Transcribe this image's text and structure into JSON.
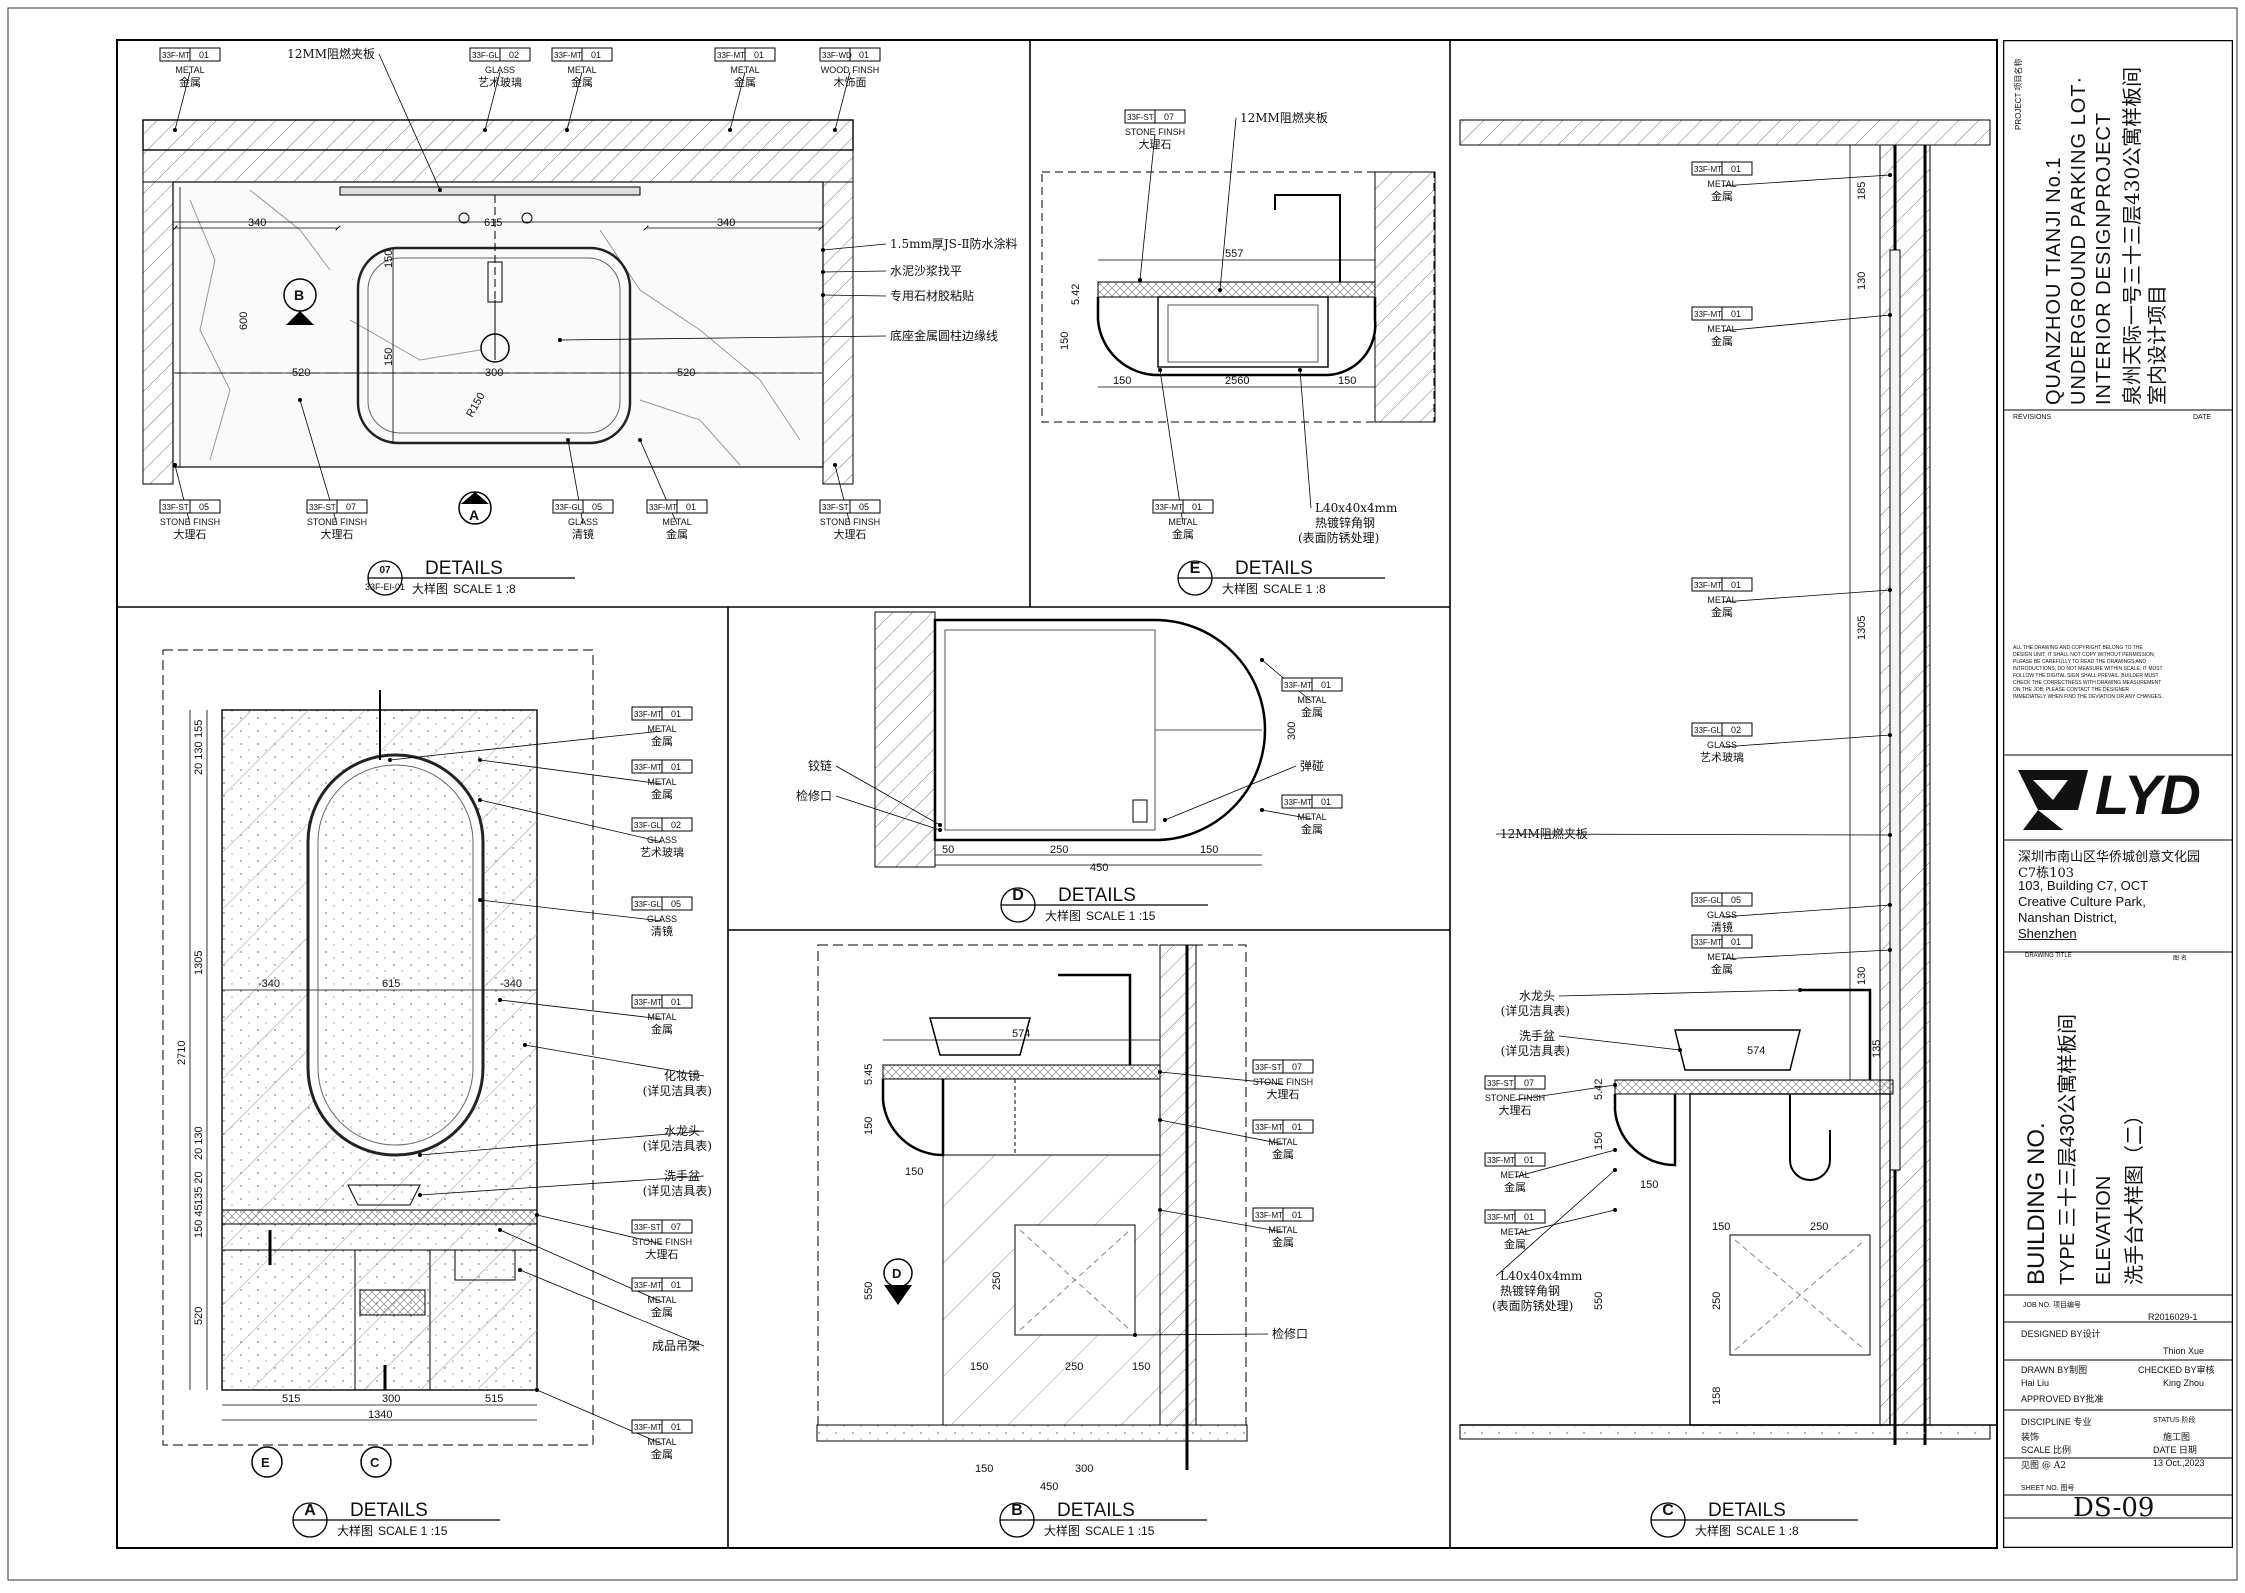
{
  "tags": {
    "metal": {
      "code": "33F-MT",
      "num": "01",
      "en": "METAL",
      "cn": "金属"
    },
    "glass_art": {
      "code": "33F-GL",
      "num": "02",
      "en": "GLASS",
      "cn": "艺术玻璃"
    },
    "glass_mirror": {
      "code": "33F-GL",
      "num": "05",
      "en": "GLASS",
      "cn": "清镜"
    },
    "stone_05": {
      "code": "33F-ST",
      "num": "05",
      "en": "STONE FINSH",
      "cn": "大理石"
    },
    "stone_07": {
      "code": "33F-ST",
      "num": "07",
      "en": "STONE FINSH",
      "cn": "大理石"
    },
    "wood": {
      "code": "33F-WD",
      "num": "01",
      "en": "WOOD FINSH",
      "cn": "木饰面"
    }
  },
  "notes": {
    "fire_board": "12MM阻燃夹板",
    "waterproof": "1.5mm厚JS-Ⅱ防水涂料",
    "mortar": "水泥沙浆找平",
    "adhesive": "专用石材胶粘贴",
    "edge": "底座金属圆柱边缘线",
    "angle_steel": "L40x40x4mm",
    "angle_steel2": "热镀锌角钢",
    "angle_steel3": "(表面防锈处理)",
    "angle_steel_c": "L40x40x4mm",
    "hinge": "铰链",
    "access": "检修口",
    "catch": "弹碰",
    "makeup_mirror": "化妆镜",
    "see_schedule": "(详见洁具表)",
    "faucet": "水龙头",
    "basin": "洗手盆",
    "rack": "成品吊架"
  },
  "details": {
    "d07": {
      "marker": "07",
      "ref": "33F-EI-01",
      "title": "DETAILS",
      "sub": "大样图",
      "scale": "SCALE 1 :8"
    },
    "dE": {
      "marker": "E",
      "title": "DETAILS",
      "sub": "大样图",
      "scale": "SCALE 1 :8"
    },
    "dA": {
      "marker": "A",
      "title": "DETAILS",
      "sub": "大样图",
      "scale": "SCALE 1 :15"
    },
    "dD": {
      "marker": "D",
      "title": "DETAILS",
      "sub": "大样图",
      "scale": "SCALE 1 :15"
    },
    "dB": {
      "marker": "B",
      "title": "DETAILS",
      "sub": "大样图",
      "scale": "SCALE 1 :15"
    },
    "dC": {
      "marker": "C",
      "title": "DETAILS",
      "sub": "大样图",
      "scale": "SCALE 1 :8"
    }
  },
  "dims": {
    "d07": [
      "340",
      "615",
      "340",
      "520",
      "300",
      "520",
      "600",
      "150",
      "150",
      "R150"
    ],
    "dE": [
      "557",
      "150",
      "2560",
      "150",
      "5.42",
      "150"
    ],
    "dA": [
      "155",
      "130",
      "20",
      "1305",
      "-340",
      "615",
      "-340",
      "2710",
      "20",
      "130",
      "135",
      "20",
      "150",
      "45",
      "520",
      "20",
      "515",
      "300",
      "515",
      "1340"
    ],
    "dD": [
      "50",
      "250",
      "450",
      "150",
      "300"
    ],
    "dB": [
      "574",
      "5.45",
      "150",
      "150",
      "550",
      "250",
      "150",
      "250",
      "150",
      "300",
      "450"
    ],
    "dC": [
      "185",
      "130",
      "1305",
      "130",
      "135",
      "574",
      "5.42",
      "150",
      "150",
      "150",
      "250",
      "550",
      "250",
      "158"
    ]
  },
  "markers": {
    "B": "B",
    "A": "A",
    "D": "D",
    "E": "E",
    "C": "C"
  },
  "titleblock": {
    "project_label": "PROJECT 项目名称",
    "project_en1": "QUANZHOU TIANJI No.1",
    "project_en2": "UNDERGROUND PARKING LOT·",
    "project_en3": "INTERIOR DESIGNPROJECT",
    "project_cn1": "泉州天际一号三十三层430公寓样板间",
    "project_cn2": "室内设计项目",
    "revisions": "REVISIONS",
    "date_label": "DATE",
    "copyright": "ALL THE DRAWING AND COPYRIGHT BELONG TO THE DESIGN UNIT, IT SHALL NOT COPY WITHOUT PERMISSION; PLEASE BE CAREFULLY TO READ THE DRAWINGS AND INTRODUCTIONS, DO NOT MEASURE WITHIN SCALE, IT MUST FOLLOW THE DIGITAL SIGN SHALL PREVAIL. BUILDER MUST CHECK THE CORRECTNESS WITH DRAWING MEASUREMENT ON THE JOB; PLEASE CONTACT THE DESIGNER IMMEDIATELY WHEN FIND THE DEVIATION OR ANY CHANGES.",
    "logo": "LYD",
    "address_cn1": "深圳市南山区华侨城创意文化园",
    "address_cn2": "C7栋103",
    "address_en1": "103, Building C7, OCT",
    "address_en2": "Creative Culture Park,",
    "address_en3": "Nanshan District,",
    "address_en4": "Shenzhen",
    "drawing_title": "DRAWING TITLE",
    "drawing_title_cn": "图 名",
    "building": "BUILDING NO.",
    "type": "TYPE 三十三层430公寓样板间",
    "elevation": "ELEVATION",
    "elevation_cn": "洗手台大样图（二）",
    "job_no_label": "JOB NO. 项目编号",
    "job_no": "R2016029-1",
    "designed_by": "DESIGNED BY设计",
    "designer": "Thion Xue",
    "drawn_by": "DRAWN BY制图",
    "checked_by": "CHECKED BY审核",
    "drawer": "Hai Liu",
    "checker": "King Zhou",
    "approved_by": "APPROVED BY批准",
    "discipline": "DISCIPLINE 专业",
    "status": "STATUS 阶段",
    "discipline_val": "装饰",
    "status_val": "施工图",
    "scale_label": "SCALE 比例",
    "scale_val": "见图 @ A2",
    "date2_label": "DATE 日期",
    "date_val": "13 Oct.,2023",
    "sheet_no_label": "SHEET NO. 图号",
    "sheet_no": "DS-09"
  }
}
